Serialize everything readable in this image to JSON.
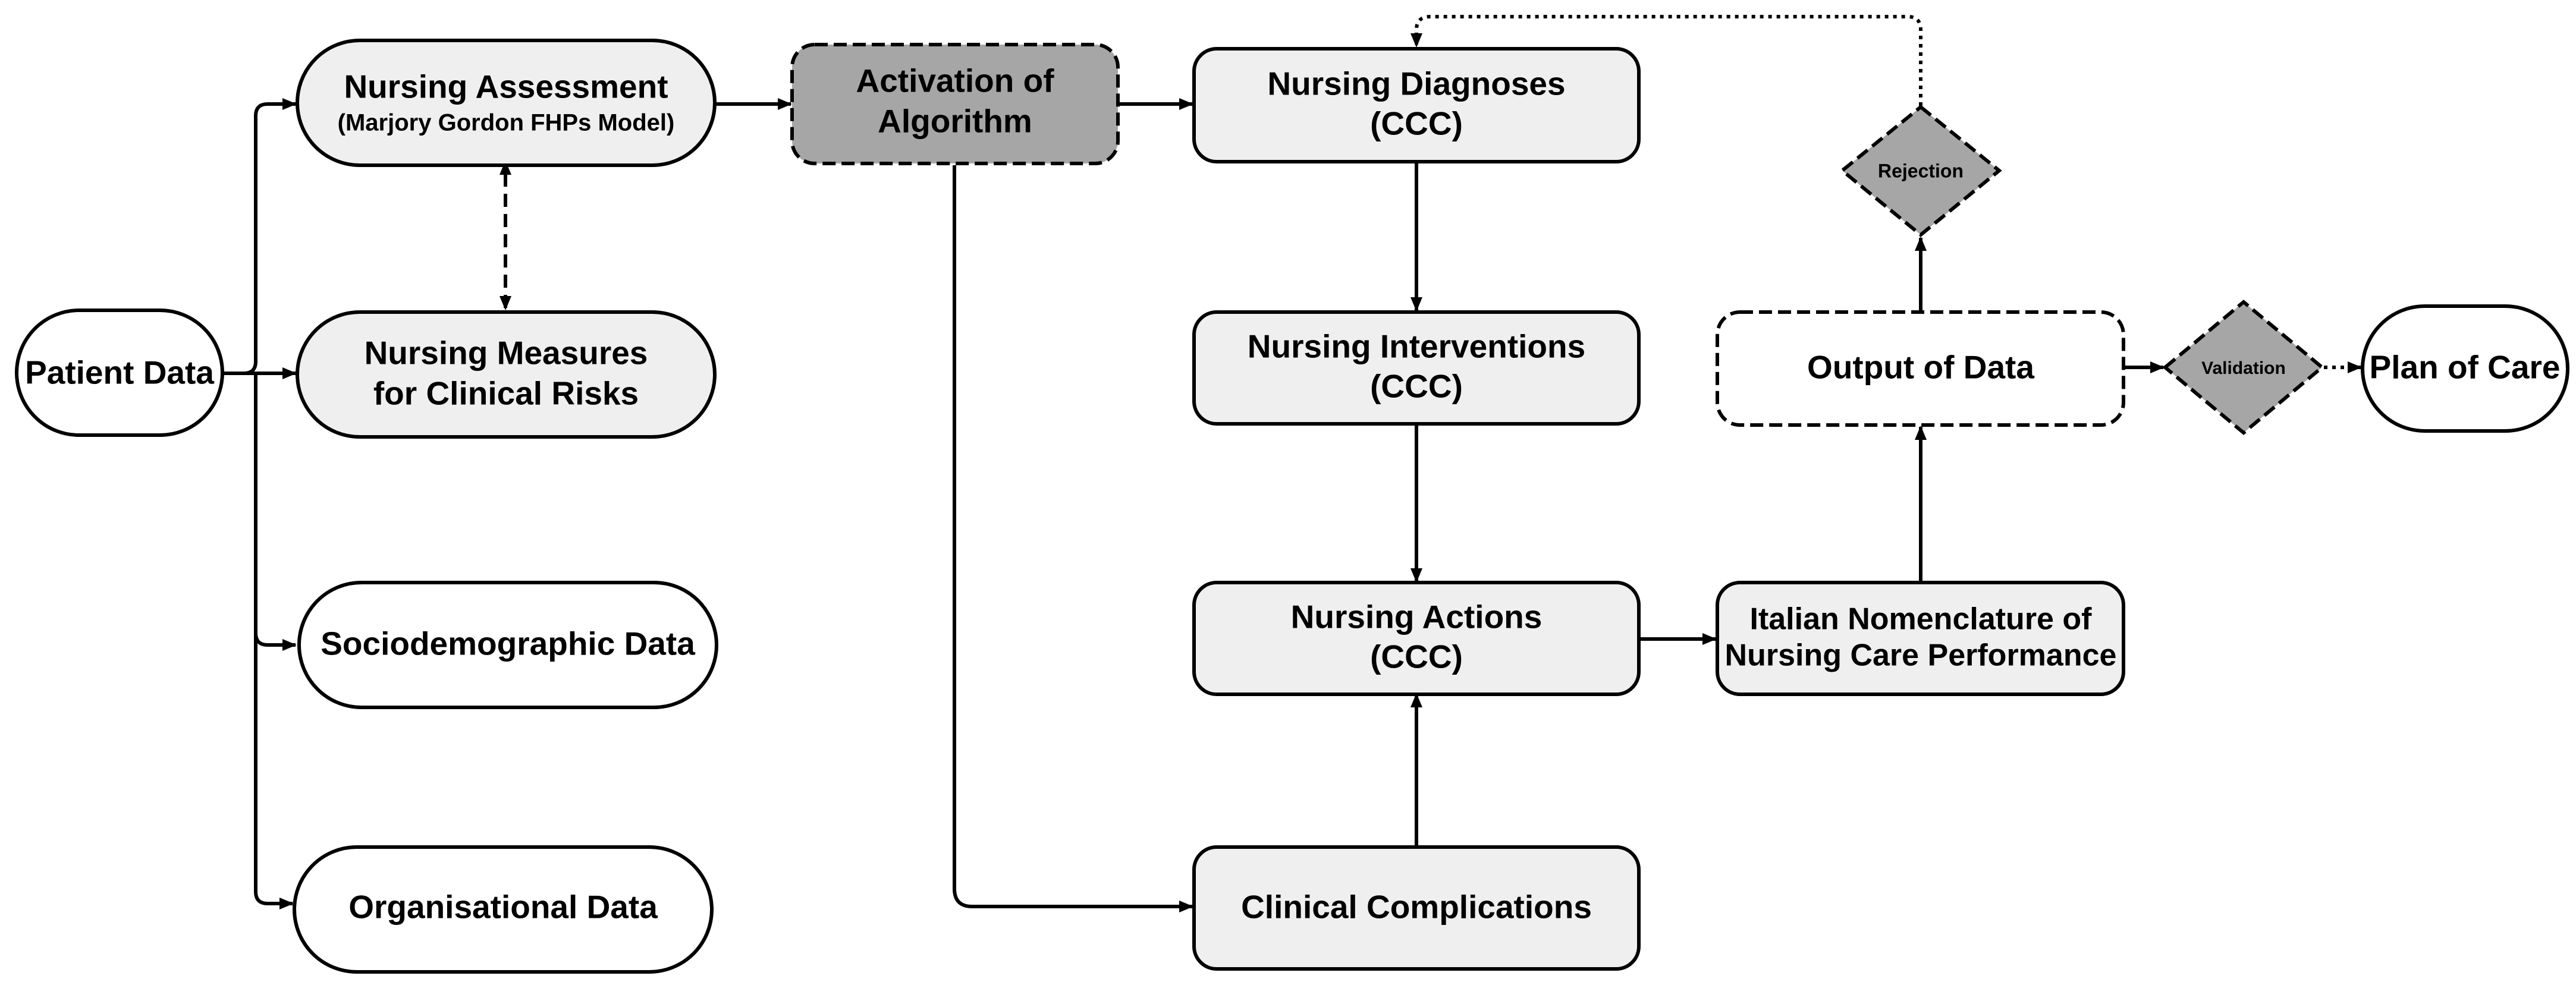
{
  "nodes": {
    "patient_data": "Patient Data",
    "nursing_assessment": {
      "line1": "Nursing Assessment",
      "line2": "(Marjory Gordon FHPs Model)"
    },
    "nursing_measures": {
      "line1": "Nursing Measures",
      "line2": "for Clinical Risks"
    },
    "sociodemographic": "Sociodemographic Data",
    "organisational": "Organisational Data",
    "activation": {
      "line1": "Activation of",
      "line2": "Algorithm"
    },
    "diagnoses": {
      "line1": "Nursing Diagnoses",
      "line2": "(CCC)"
    },
    "interventions": {
      "line1": "Nursing Interventions",
      "line2": "(CCC)"
    },
    "actions": {
      "line1": "Nursing Actions",
      "line2": "(CCC)"
    },
    "complications": "Clinical Complications",
    "italian": {
      "line1": "Italian Nomenclature of",
      "line2": "Nursing Care Performance"
    },
    "output": "Output of Data",
    "rejection": "Rejection",
    "validation": "Validation",
    "plan_of_care": "Plan of Care"
  },
  "colors": {
    "light_fill": "#efefef",
    "dark_fill": "#a6a6a6",
    "white_fill": "#ffffff",
    "stroke": "#000000"
  }
}
